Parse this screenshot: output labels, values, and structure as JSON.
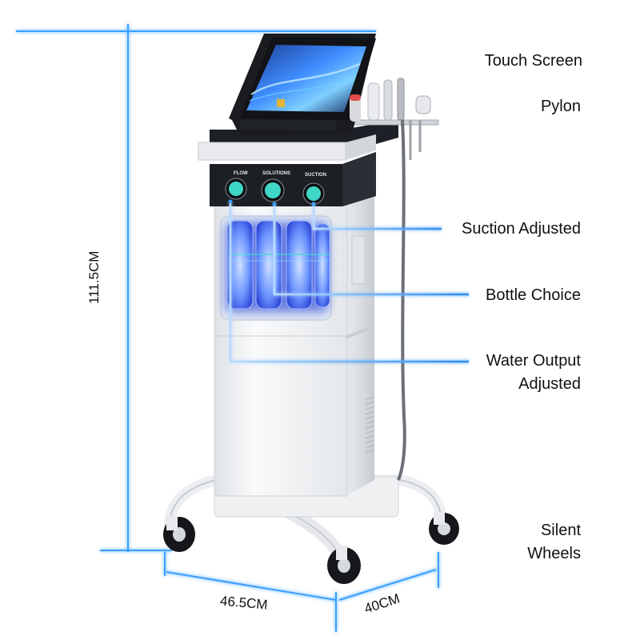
{
  "labels": {
    "touch_screen": "Touch Screen",
    "pylon": "Pylon",
    "suction_adjusted": "Suction Adjusted",
    "bottle_choice": "Bottle Choice",
    "water_output": "Water Output",
    "adjusted": "Adjusted",
    "silent": "Silent",
    "wheels": "Wheels"
  },
  "dimensions": {
    "height": "111.5CM",
    "width": "46.5CM",
    "depth": "40CM"
  },
  "panel": {
    "flow": "FLOW",
    "solutions": "SOLUTIONS",
    "suction": "SUCTION"
  },
  "colors": {
    "glow": "#3aa0ff",
    "line": "#5ab4ff",
    "panel_dark": "#1c1f24",
    "body": "#f4f5f7",
    "knob": "#3fd6c6",
    "bottle_glow": "#4a7dff"
  }
}
